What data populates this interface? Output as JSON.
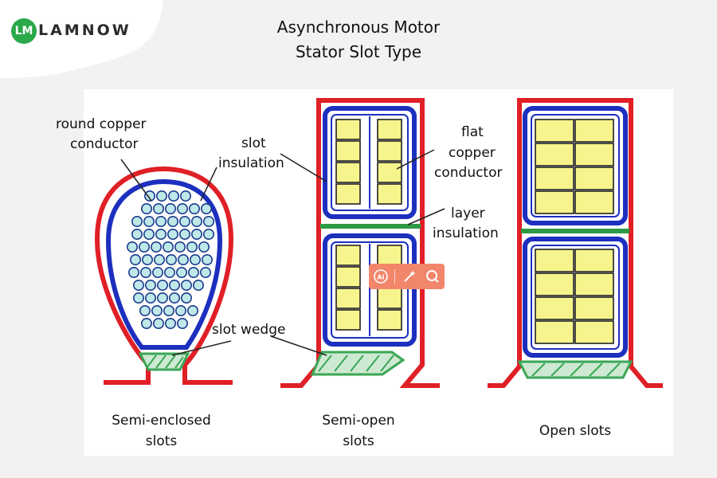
{
  "brand": {
    "logo_text": "LAMNOW",
    "logo_mark": "LM"
  },
  "title": {
    "line1": "Asynchronous Motor",
    "line2": "Stator Slot Type"
  },
  "labels": {
    "round_conductor_1": "round copper",
    "round_conductor_2": "conductor",
    "slot_insulation_1": "slot",
    "slot_insulation_2": "insulation",
    "flat_conductor_1": "flat",
    "flat_conductor_2": "copper",
    "flat_conductor_3": "conductor",
    "layer_insulation_1": "layer",
    "layer_insulation_2": "insulation",
    "slot_wedge": "slot wedge"
  },
  "captions": {
    "semi_enclosed_1": "Semi-enclosed",
    "semi_enclosed_2": "slots",
    "semi_open_1": "Semi-open",
    "semi_open_2": "slots",
    "open": "Open slots"
  },
  "toolbar": {
    "ai_icon": "ai-icon",
    "edit_icon": "magic-pen-icon",
    "search_icon": "search-icon"
  },
  "colors": {
    "slot_outline": "#e01f26",
    "insulation": "#1c2fbf",
    "conductor_fill": "#f6f48c",
    "conductor_round": "#bfe8e8",
    "layer_insulation": "#2e9a45",
    "wedge": "#3aa655",
    "brand_green": "#2aa84a",
    "toolbar": "#f2866b"
  }
}
